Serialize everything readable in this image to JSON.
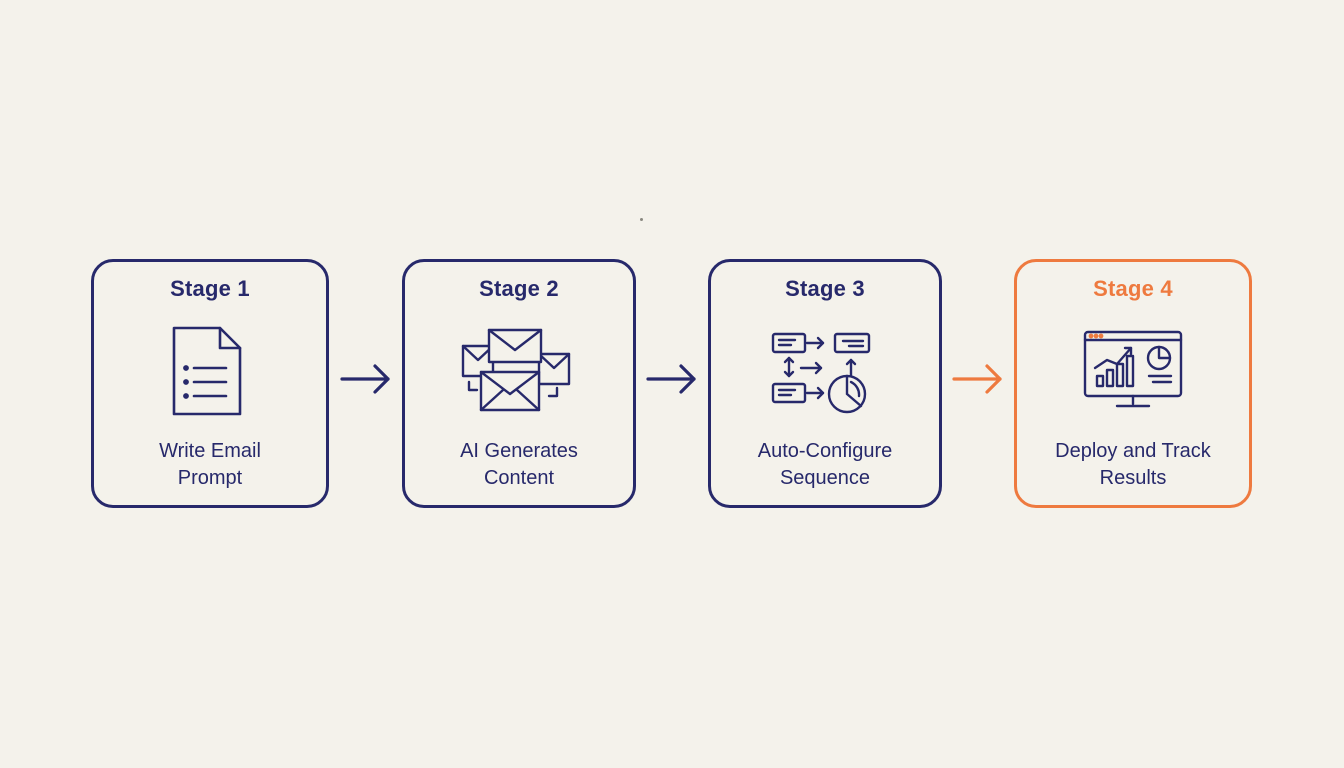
{
  "colors": {
    "background": "#f4f2eb",
    "primary": "#27296b",
    "accent": "#ee7a3f"
  },
  "stages": [
    {
      "title": "Stage 1",
      "label": "Write Email\nPrompt",
      "icon": "document-icon"
    },
    {
      "title": "Stage 2",
      "label": "AI Generates\nContent",
      "icon": "envelopes-icon"
    },
    {
      "title": "Stage 3",
      "label": "Auto-Configure\nSequence",
      "icon": "workflow-icon"
    },
    {
      "title": "Stage 4",
      "label": "Deploy and Track\nResults",
      "icon": "analytics-monitor-icon",
      "highlighted": true
    }
  ],
  "connectors": [
    {
      "from": "Stage 1",
      "to": "Stage 2",
      "icon": "arrow-right-icon"
    },
    {
      "from": "Stage 2",
      "to": "Stage 3",
      "icon": "arrow-right-icon"
    },
    {
      "from": "Stage 3",
      "to": "Stage 4",
      "icon": "arrow-right-icon"
    }
  ]
}
